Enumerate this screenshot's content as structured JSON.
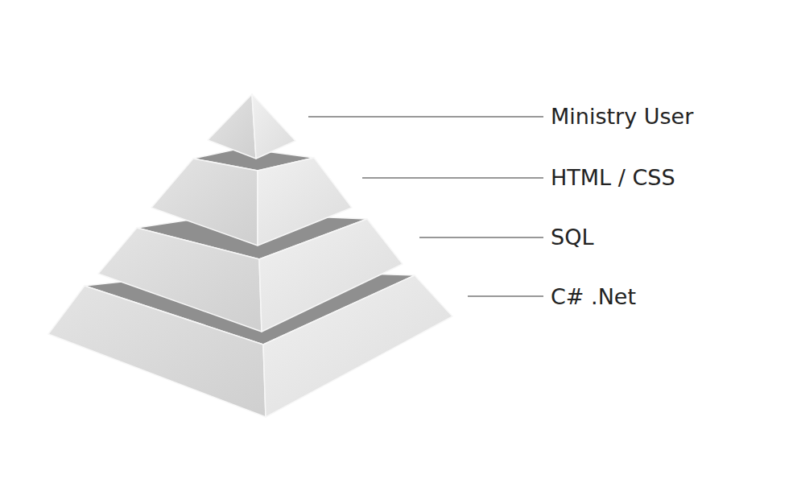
{
  "diagram": {
    "labels": [
      "Ministry User",
      "HTML / CSS",
      "SQL",
      "C# .Net"
    ]
  }
}
